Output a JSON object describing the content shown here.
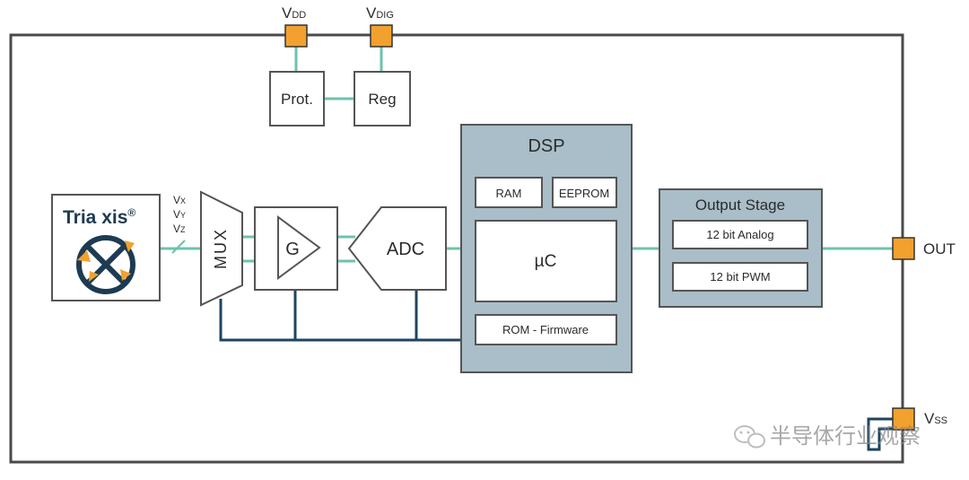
{
  "pins": {
    "vdd": {
      "main": "V",
      "sub": "DD"
    },
    "vdig": {
      "main": "V",
      "sub": "DIG"
    },
    "out": {
      "main": "OUT"
    },
    "vss": {
      "main": "V",
      "sub": "SS"
    }
  },
  "blocks": {
    "prot": "Prot.",
    "reg": "Reg",
    "triaxis": "Tria xis",
    "triaxis_mark": "®",
    "mux": "MUX",
    "gain": "G",
    "adc": "ADC",
    "dsp": {
      "title": "DSP",
      "ram": "RAM",
      "eeprom": "EEPROM",
      "uc": "µC",
      "rom": "ROM - Firmware"
    },
    "output_stage": {
      "title": "Output Stage",
      "analog": "12 bit Analog",
      "pwm": "12 bit PWM"
    }
  },
  "signals": [
    {
      "main": "V",
      "sub": "X"
    },
    {
      "main": "V",
      "sub": "Y"
    },
    {
      "main": "V",
      "sub": "Z"
    }
  ],
  "watermark": "半导体行业观察",
  "colors": {
    "border": "#4a4a4a",
    "pin": "#f2a12e",
    "teal": "#6cc3ad",
    "navy": "#1d4560",
    "block_fill": "#a9bec8",
    "block_stroke": "#555555"
  }
}
